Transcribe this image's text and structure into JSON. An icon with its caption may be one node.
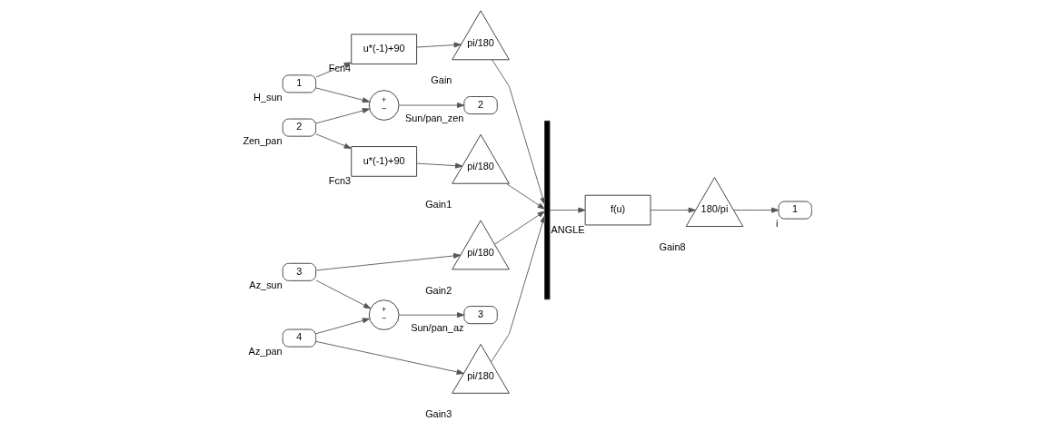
{
  "diagram": {
    "nodes": [
      {
        "text": [
          "1"
        ],
        "beside": [
          "H_sun"
        ]
      },
      {
        "text": [
          "2"
        ],
        "beside": [
          "Zen_pan"
        ]
      },
      {
        "text": [
          "3"
        ],
        "beside": [
          "Az_sun"
        ]
      },
      {
        "text": [
          "4"
        ],
        "beside": [
          "Az_pan"
        ]
      },
      {
        "text": [
          "u*(-1)+90"
        ],
        "beside": [
          "Fcn4"
        ]
      },
      {
        "text": [
          "u*(-1)+90"
        ],
        "beside": [
          "Fcn3"
        ]
      },
      {
        "text": [
          "pi/180"
        ],
        "beside": [
          "Gain"
        ]
      },
      {
        "text": [
          "pi/180"
        ],
        "beside": [
          "Gain1"
        ]
      },
      {
        "text": [
          "pi/180"
        ],
        "beside": [
          "Gain2"
        ]
      },
      {
        "text": [
          "pi/180"
        ],
        "beside": [
          "Gain3"
        ]
      },
      {
        "text": [],
        "shape": "bar"
      },
      {
        "text": [
          "f(u)"
        ],
        "beside": [
          "ANGLE"
        ]
      },
      {
        "text": [
          "180/pi"
        ],
        "beside": [
          "Gain8"
        ]
      },
      {
        "text": [
          "1"
        ],
        "beside": [
          "i"
        ]
      },
      {
        "text": [
          "+",
          "−"
        ]
      },
      {
        "text": [
          "2"
        ],
        "beside": [
          "Sun/pan_zen"
        ]
      },
      {
        "text": [
          "+",
          "−"
        ]
      },
      {
        "text": [
          "3"
        ],
        "beside": [
          "Sun/pan_az"
        ]
      }
    ],
    "edges": [
      {
        "from": 0,
        "to": 4,
        "arrow": "to"
      },
      {
        "from": 0,
        "to": 14,
        "arrow": "to"
      },
      {
        "from": 1,
        "to": 5,
        "arrow": "to"
      },
      {
        "from": 1,
        "to": 14,
        "arrow": "to"
      },
      {
        "from": 2,
        "to": 8,
        "arrow": "to"
      },
      {
        "from": 2,
        "to": 16,
        "arrow": "to"
      },
      {
        "from": 3,
        "to": 9,
        "arrow": "to"
      },
      {
        "from": 3,
        "to": 16,
        "arrow": "to"
      },
      {
        "from": 4,
        "to": 6,
        "arrow": "to"
      },
      {
        "from": 5,
        "to": 7,
        "arrow": "to"
      },
      {
        "from": 6,
        "to": 10,
        "arrow": "to"
      },
      {
        "from": 7,
        "to": 10,
        "arrow": "to"
      },
      {
        "from": 8,
        "to": 10,
        "arrow": "to"
      },
      {
        "from": 9,
        "to": 10,
        "arrow": "to"
      },
      {
        "from": 10,
        "to": 11,
        "arrow": "to"
      },
      {
        "from": 11,
        "to": 12,
        "arrow": "to"
      },
      {
        "from": 12,
        "to": 13,
        "arrow": "to"
      },
      {
        "from": 14,
        "to": 15,
        "arrow": "to"
      },
      {
        "from": 16,
        "to": 17,
        "arrow": "to"
      }
    ]
  }
}
